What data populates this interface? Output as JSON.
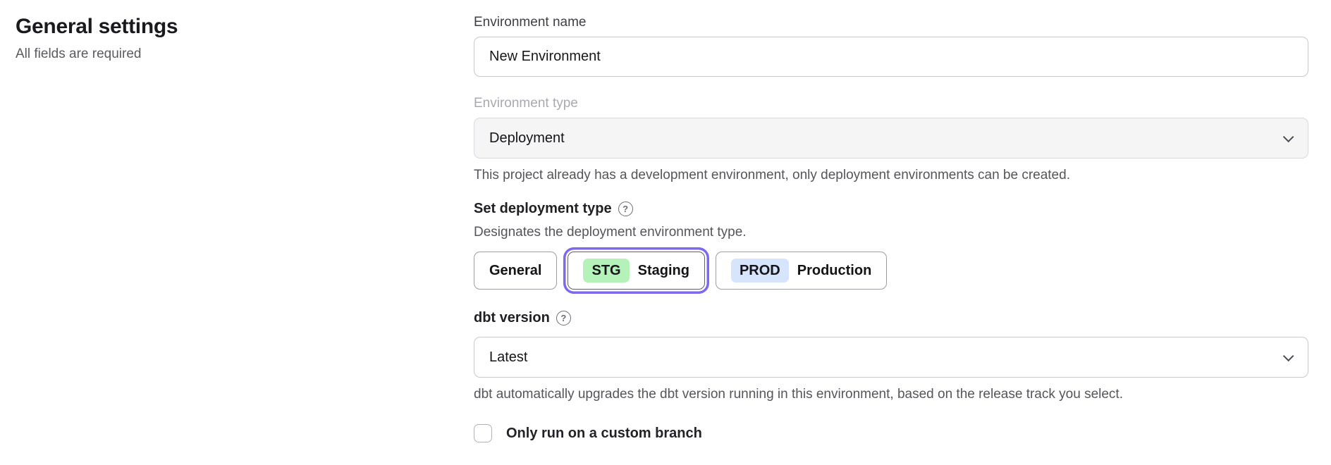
{
  "page": {
    "title": "General settings",
    "subtitle": "All fields are required"
  },
  "form": {
    "environment_name": {
      "label": "Environment name",
      "value": "New Environment"
    },
    "environment_type": {
      "label": "Environment type",
      "value": "Deployment",
      "disabled": true,
      "helper": "This project already has a development environment, only deployment environments can be created.",
      "chevron_icon": "chevron-down"
    },
    "deployment_type": {
      "label": "Set deployment type",
      "help_icon": "question-circle",
      "help_glyph": "?",
      "description": "Designates the deployment environment type.",
      "options": [
        {
          "label": "General",
          "badge": "",
          "selected": false
        },
        {
          "label": "Staging",
          "badge": "STG",
          "selected": true
        },
        {
          "label": "Production",
          "badge": "PROD",
          "selected": false
        }
      ]
    },
    "dbt_version": {
      "label": "dbt version",
      "help_icon": "question-circle",
      "help_glyph": "?",
      "value": "Latest",
      "helper": "dbt automatically upgrades the dbt version running in this environment, based on the release track you select.",
      "chevron_icon": "chevron-down"
    },
    "custom_branch": {
      "label": "Only run on a custom branch",
      "checked": false
    }
  },
  "colors": {
    "selected_ring_purple": "#7d68ee",
    "staging_badge_green": "#b4f2ba",
    "production_badge_blue": "#d6e4fc",
    "disabled_field_bg": "#f5f5f6"
  }
}
